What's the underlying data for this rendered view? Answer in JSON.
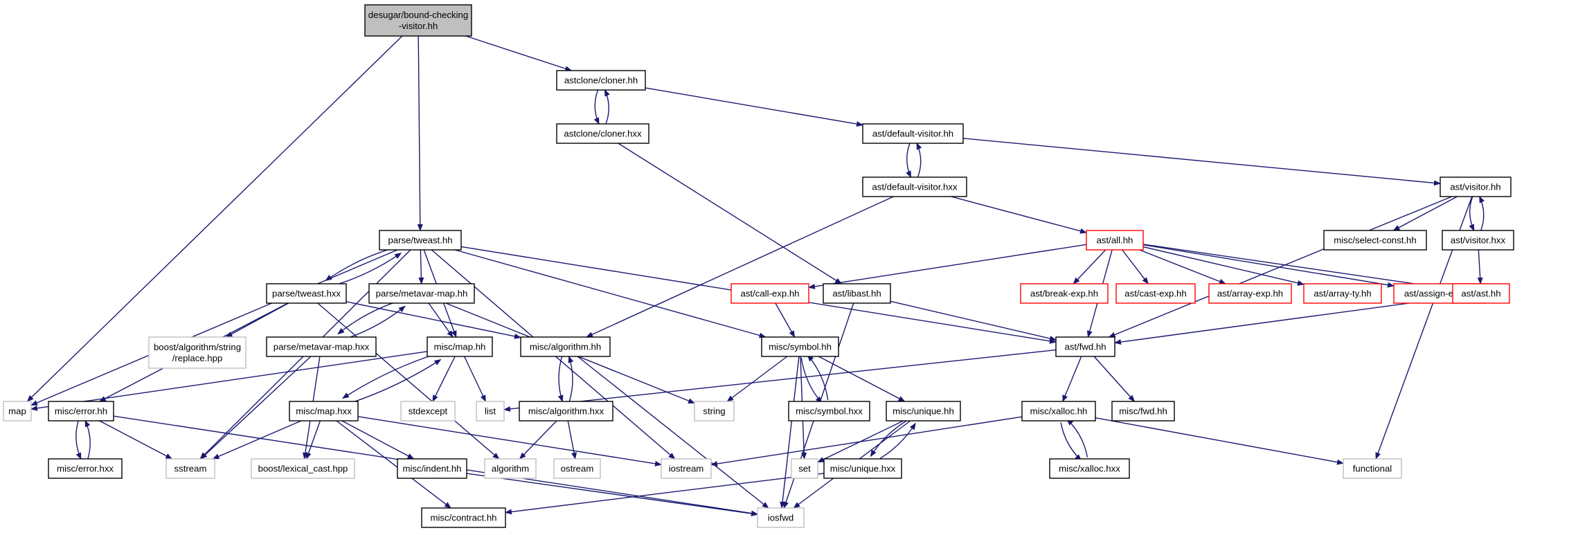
{
  "colors": {
    "edge": "#191970",
    "node_border_default": "#000000",
    "node_border_red": "#ff0000",
    "node_border_external": "#bfbfbf",
    "node_fill_root": "#bfbfbf",
    "node_fill_default": "#ffffff"
  },
  "nodes": [
    {
      "id": "root",
      "label": "desugar/bound-checking\n-visitor.hh",
      "kind": "root"
    },
    {
      "id": "cloner_hh",
      "label": "astclone/cloner.hh",
      "kind": "default"
    },
    {
      "id": "cloner_hxx",
      "label": "astclone/cloner.hxx",
      "kind": "default"
    },
    {
      "id": "default_visitor_hh",
      "label": "ast/default-visitor.hh",
      "kind": "default"
    },
    {
      "id": "default_visitor_hxx",
      "label": "ast/default-visitor.hxx",
      "kind": "default"
    },
    {
      "id": "visitor_hh",
      "label": "ast/visitor.hh",
      "kind": "default"
    },
    {
      "id": "select_const",
      "label": "misc/select-const.hh",
      "kind": "default"
    },
    {
      "id": "visitor_hxx",
      "label": "ast/visitor.hxx",
      "kind": "default"
    },
    {
      "id": "all_hh",
      "label": "ast/all.hh",
      "kind": "red"
    },
    {
      "id": "tweast_hh",
      "label": "parse/tweast.hh",
      "kind": "default"
    },
    {
      "id": "tweast_hxx",
      "label": "parse/tweast.hxx",
      "kind": "default"
    },
    {
      "id": "metavar_hh",
      "label": "parse/metavar-map.hh",
      "kind": "default"
    },
    {
      "id": "metavar_hxx",
      "label": "parse/metavar-map.hxx",
      "kind": "default"
    },
    {
      "id": "boost_replace",
      "label": "boost/algorithm/string\n/replace.hpp",
      "kind": "external"
    },
    {
      "id": "call_exp",
      "label": "ast/call-exp.hh",
      "kind": "red"
    },
    {
      "id": "libast",
      "label": "ast/libast.hh",
      "kind": "default"
    },
    {
      "id": "break_exp",
      "label": "ast/break-exp.hh",
      "kind": "red"
    },
    {
      "id": "cast_exp",
      "label": "ast/cast-exp.hh",
      "kind": "red"
    },
    {
      "id": "array_exp",
      "label": "ast/array-exp.hh",
      "kind": "red"
    },
    {
      "id": "array_ty",
      "label": "ast/array-ty.hh",
      "kind": "red"
    },
    {
      "id": "assign_exp",
      "label": "ast/assign-exp.hh",
      "kind": "red"
    },
    {
      "id": "ast_hh",
      "label": "ast/ast.hh",
      "kind": "red"
    },
    {
      "id": "map_hh",
      "label": "misc/map.hh",
      "kind": "default"
    },
    {
      "id": "algorithm_hh",
      "label": "misc/algorithm.hh",
      "kind": "default"
    },
    {
      "id": "symbol_hh",
      "label": "misc/symbol.hh",
      "kind": "default"
    },
    {
      "id": "fwd_hh",
      "label": "ast/fwd.hh",
      "kind": "default"
    },
    {
      "id": "map",
      "label": "map",
      "kind": "external"
    },
    {
      "id": "error_hh",
      "label": "misc/error.hh",
      "kind": "default"
    },
    {
      "id": "map_hxx",
      "label": "misc/map.hxx",
      "kind": "default"
    },
    {
      "id": "stdexcept",
      "label": "stdexcept",
      "kind": "external"
    },
    {
      "id": "list",
      "label": "list",
      "kind": "external"
    },
    {
      "id": "algorithm_hxx",
      "label": "misc/algorithm.hxx",
      "kind": "default"
    },
    {
      "id": "string",
      "label": "string",
      "kind": "external"
    },
    {
      "id": "symbol_hxx",
      "label": "misc/symbol.hxx",
      "kind": "default"
    },
    {
      "id": "unique_hh",
      "label": "misc/unique.hh",
      "kind": "default"
    },
    {
      "id": "xalloc_hh",
      "label": "misc/xalloc.hh",
      "kind": "default"
    },
    {
      "id": "misc_fwd",
      "label": "misc/fwd.hh",
      "kind": "default"
    },
    {
      "id": "error_hxx",
      "label": "misc/error.hxx",
      "kind": "default"
    },
    {
      "id": "sstream",
      "label": "sstream",
      "kind": "external"
    },
    {
      "id": "lexical_cast",
      "label": "boost/lexical_cast.hpp",
      "kind": "external"
    },
    {
      "id": "indent_hh",
      "label": "misc/indent.hh",
      "kind": "default"
    },
    {
      "id": "algorithm",
      "label": "algorithm",
      "kind": "external"
    },
    {
      "id": "ostream",
      "label": "ostream",
      "kind": "external"
    },
    {
      "id": "iostream",
      "label": "iostream",
      "kind": "external"
    },
    {
      "id": "set",
      "label": "set",
      "kind": "external"
    },
    {
      "id": "unique_hxx",
      "label": "misc/unique.hxx",
      "kind": "default"
    },
    {
      "id": "xalloc_hxx",
      "label": "misc/xalloc.hxx",
      "kind": "default"
    },
    {
      "id": "functional",
      "label": "functional",
      "kind": "external"
    },
    {
      "id": "contract_hh",
      "label": "misc/contract.hh",
      "kind": "default"
    },
    {
      "id": "iosfwd",
      "label": "iosfwd",
      "kind": "external"
    }
  ],
  "edges": [
    [
      "root",
      "map"
    ],
    [
      "root",
      "tweast_hh"
    ],
    [
      "root",
      "cloner_hh"
    ],
    [
      "cloner_hh",
      "cloner_hxx"
    ],
    [
      "cloner_hxx",
      "cloner_hh"
    ],
    [
      "cloner_hh",
      "default_visitor_hh"
    ],
    [
      "cloner_hxx",
      "libast"
    ],
    [
      "default_visitor_hh",
      "default_visitor_hxx"
    ],
    [
      "default_visitor_hxx",
      "default_visitor_hh"
    ],
    [
      "default_visitor_hh",
      "visitor_hh"
    ],
    [
      "default_visitor_hxx",
      "all_hh"
    ],
    [
      "default_visitor_hxx",
      "algorithm_hh"
    ],
    [
      "visitor_hh",
      "select_const"
    ],
    [
      "visitor_hh",
      "visitor_hxx"
    ],
    [
      "visitor_hxx",
      "visitor_hh"
    ],
    [
      "visitor_hh",
      "fwd_hh"
    ],
    [
      "visitor_hh",
      "functional"
    ],
    [
      "visitor_hxx",
      "ast_hh"
    ],
    [
      "all_hh",
      "call_exp"
    ],
    [
      "all_hh",
      "break_exp"
    ],
    [
      "all_hh",
      "cast_exp"
    ],
    [
      "all_hh",
      "array_exp"
    ],
    [
      "all_hh",
      "array_ty"
    ],
    [
      "all_hh",
      "assign_exp"
    ],
    [
      "all_hh",
      "ast_hh"
    ],
    [
      "all_hh",
      "fwd_hh"
    ],
    [
      "tweast_hh",
      "map"
    ],
    [
      "tweast_hh",
      "tweast_hxx"
    ],
    [
      "tweast_hxx",
      "tweast_hh"
    ],
    [
      "tweast_hh",
      "metavar_hh"
    ],
    [
      "tweast_hh",
      "map_hh"
    ],
    [
      "tweast_hh",
      "symbol_hh"
    ],
    [
      "tweast_hh",
      "fwd_hh"
    ],
    [
      "tweast_hh",
      "sstream"
    ],
    [
      "tweast_hh",
      "iostream"
    ],
    [
      "tweast_hxx",
      "boost_replace"
    ],
    [
      "tweast_hxx",
      "algorithm_hh"
    ],
    [
      "tweast_hxx",
      "error_hh"
    ],
    [
      "tweast_hxx",
      "algorithm"
    ],
    [
      "metavar_hh",
      "metavar_hxx"
    ],
    [
      "metavar_hxx",
      "metavar_hh"
    ],
    [
      "metavar_hh",
      "map_hh"
    ],
    [
      "metavar_hh",
      "string"
    ],
    [
      "metavar_hxx",
      "sstream"
    ],
    [
      "metavar_hxx",
      "lexical_cast"
    ],
    [
      "call_exp",
      "symbol_hh"
    ],
    [
      "libast",
      "fwd_hh"
    ],
    [
      "libast",
      "iosfwd"
    ],
    [
      "ast_hh",
      "fwd_hh"
    ],
    [
      "map_hh",
      "map_hxx"
    ],
    [
      "map_hxx",
      "map_hh"
    ],
    [
      "map_hh",
      "map"
    ],
    [
      "map_hh",
      "stdexcept"
    ],
    [
      "map_hh",
      "list"
    ],
    [
      "map_hxx",
      "sstream"
    ],
    [
      "map_hxx",
      "lexical_cast"
    ],
    [
      "map_hxx",
      "indent_hh"
    ],
    [
      "map_hxx",
      "contract_hh"
    ],
    [
      "map_hxx",
      "iostream"
    ],
    [
      "algorithm_hh",
      "algorithm_hxx"
    ],
    [
      "algorithm_hxx",
      "algorithm_hh"
    ],
    [
      "algorithm_hh",
      "iosfwd"
    ],
    [
      "algorithm_hxx",
      "algorithm"
    ],
    [
      "algorithm_hxx",
      "ostream"
    ],
    [
      "symbol_hh",
      "symbol_hxx"
    ],
    [
      "symbol_hxx",
      "symbol_hh"
    ],
    [
      "symbol_hh",
      "string"
    ],
    [
      "symbol_hh",
      "set"
    ],
    [
      "symbol_hh",
      "unique_hh"
    ],
    [
      "symbol_hh",
      "iosfwd"
    ],
    [
      "fwd_hh",
      "list"
    ],
    [
      "fwd_hh",
      "xalloc_hh"
    ],
    [
      "fwd_hh",
      "misc_fwd"
    ],
    [
      "error_hh",
      "error_hxx"
    ],
    [
      "error_hxx",
      "error_hh"
    ],
    [
      "error_hh",
      "sstream"
    ],
    [
      "error_hh",
      "iosfwd"
    ],
    [
      "unique_hh",
      "unique_hxx"
    ],
    [
      "unique_hxx",
      "unique_hh"
    ],
    [
      "unique_hh",
      "set"
    ],
    [
      "unique_hh",
      "iosfwd"
    ],
    [
      "unique_hxx",
      "contract_hh"
    ],
    [
      "xalloc_hh",
      "xalloc_hxx"
    ],
    [
      "xalloc_hxx",
      "xalloc_hh"
    ],
    [
      "xalloc_hh",
      "iostream"
    ],
    [
      "xalloc_hh",
      "functional"
    ],
    [
      "indent_hh",
      "iosfwd"
    ]
  ]
}
